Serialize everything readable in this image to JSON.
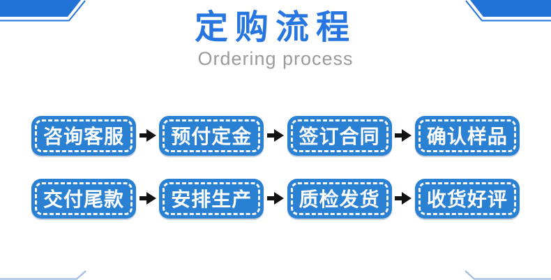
{
  "header": {
    "title_zh": "定购流程",
    "title_en": "Ordering process"
  },
  "flow": {
    "rows": [
      [
        "咨询客服",
        "预付定金",
        "签订合同",
        "确认样品"
      ],
      [
        "交付尾款",
        "安排生产",
        "质检发货",
        "收货好评"
      ]
    ]
  },
  "colors": {
    "step_blue": "#2a80d2",
    "title_blue": "#2775e0",
    "subtitle_gray": "#9a9a9a",
    "corner_blue": "#2273d8",
    "bottom_line_blue": "#a5c3e0",
    "arrow_black": "#121212",
    "dash_white": "#ffffff"
  }
}
